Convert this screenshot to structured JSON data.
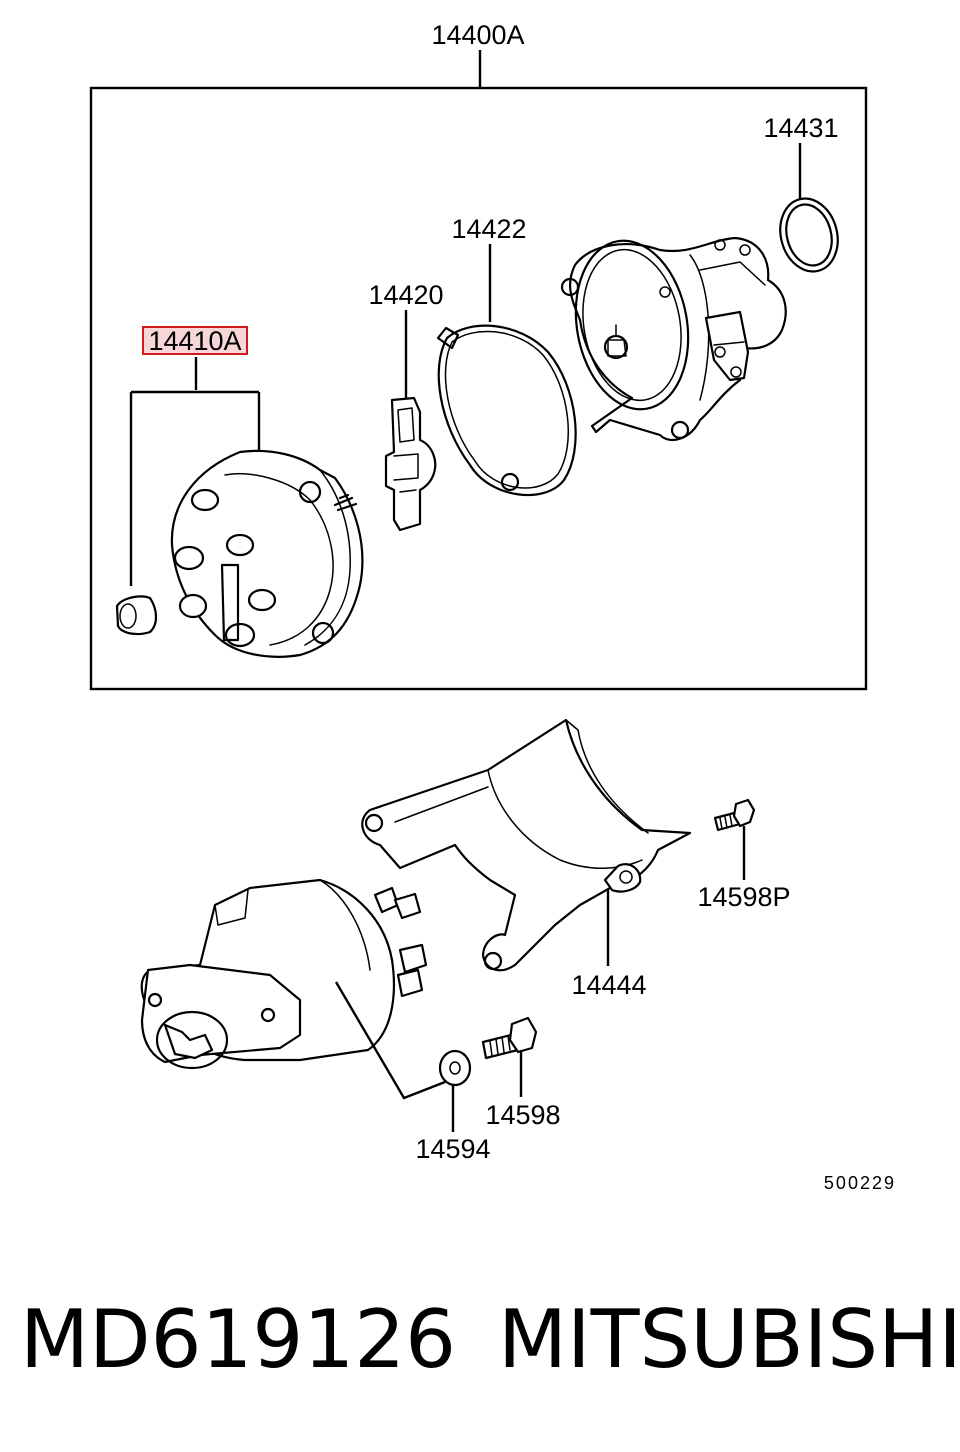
{
  "diagram": {
    "callouts": {
      "assembly": "14400A",
      "o_ring": "14431",
      "gasket": "14422",
      "rotor": "14420",
      "cap": "14410A",
      "cover": "14444",
      "bolt_p": "14598P",
      "bolt": "14598",
      "washer": "14594"
    },
    "highlighted_callout": "14410A",
    "highlight_color": "#d11a1a",
    "figure_number": "500229"
  },
  "footer": {
    "part_number": "MD619126",
    "brand": "MITSUBISHI"
  }
}
